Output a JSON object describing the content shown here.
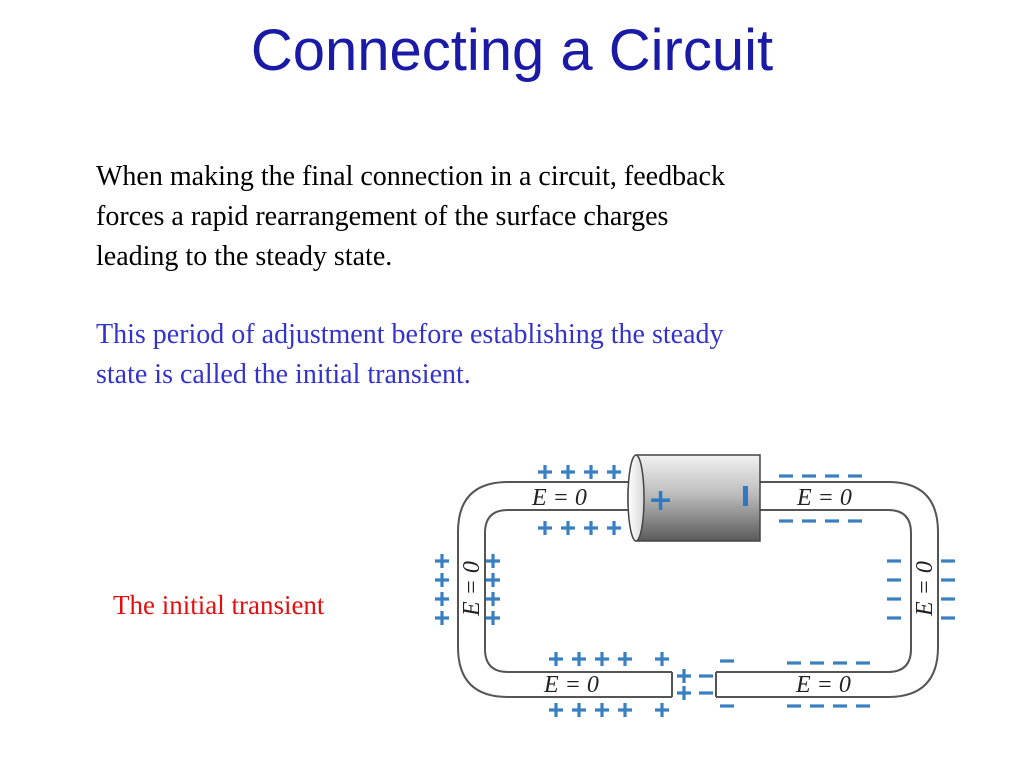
{
  "slide": {
    "title": "Connecting a Circuit",
    "paragraph1_lines": [
      "When making the final connection in a circuit, feedback",
      "forces a rapid rearrangement of the surface charges",
      "leading to the steady state."
    ],
    "paragraph2_lines": [
      "This period of adjustment before establishing the steady",
      "state is called the initial transient."
    ],
    "caption": "The initial transient"
  },
  "diagram": {
    "field_label_E": "E",
    "field_label_rest": " = 0",
    "battery_plus": "+",
    "battery_minus": "−",
    "charge_plus": "+",
    "charge_minus": "−"
  },
  "colors": {
    "title": "#1a1aa6",
    "paragraph2": "#3333cc",
    "caption": "#e01010",
    "charges": "#3a7fc0"
  }
}
